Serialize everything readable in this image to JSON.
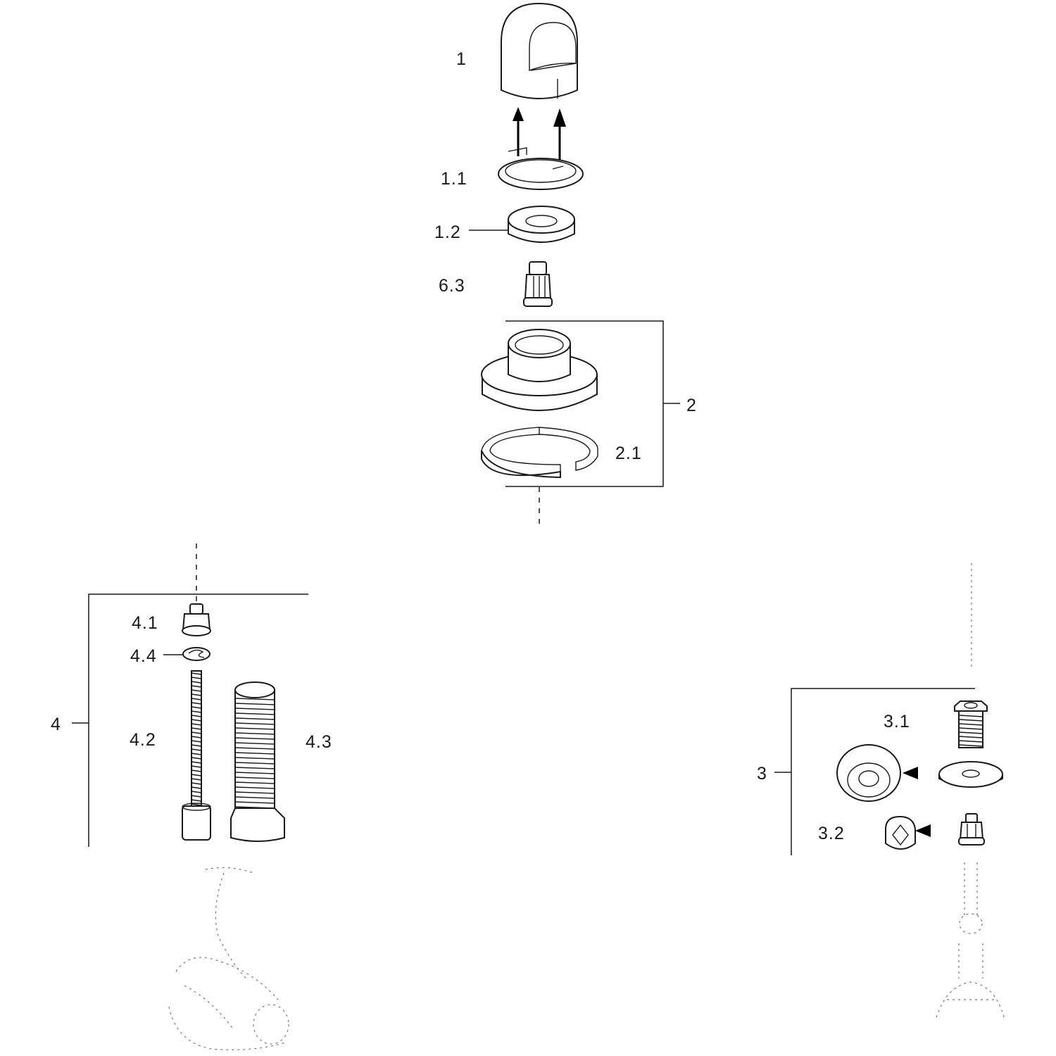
{
  "callouts": {
    "c1": "1",
    "c1_1": "1.1",
    "c1_2": "1.2",
    "c6_3": "6.3",
    "c2": "2",
    "c2_1": "2.1",
    "c4": "4",
    "c4_1": "4.1",
    "c4_4": "4.4",
    "c4_2": "4.2",
    "c4_3": "4.3",
    "c3": "3",
    "c3_1": "3.1",
    "c3_2": "3.2"
  },
  "colors": {
    "line": "#1a1a1a",
    "background": "#ffffff",
    "ghost": "#777777"
  },
  "icons": {
    "cap": "handle-cap-icon",
    "ring": "split-ring-icon",
    "washer": "washer-icon",
    "adapter": "splined-adapter-icon",
    "flange": "flange-icon",
    "screw": "screw-icon",
    "bolt": "bolt-icon",
    "nut": "nut-icon",
    "rosette": "rosette-icon",
    "arrow": "arrow-icon"
  }
}
